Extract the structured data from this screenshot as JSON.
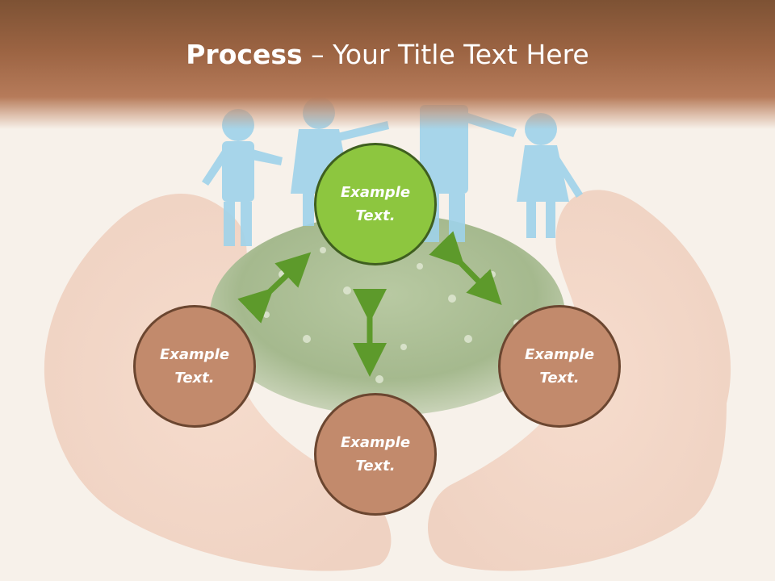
{
  "slide": {
    "title_bold": "Process",
    "title_rest": " – Your Title Text Here"
  },
  "nodes": {
    "top": {
      "line1": "Example",
      "line2": "Text.",
      "color": "#8dc63f"
    },
    "left": {
      "line1": "Example",
      "line2": "Text.",
      "color": "#c28a6c"
    },
    "right": {
      "line1": "Example",
      "line2": "Text.",
      "color": "#c28a6c"
    },
    "bottom": {
      "line1": "Example",
      "line2": "Text.",
      "color": "#c28a6c"
    }
  },
  "colors": {
    "header": "#9c6443",
    "arrow": "#5d9a2b",
    "node_border": "#6b4630",
    "figures": "#9fd3ea"
  }
}
